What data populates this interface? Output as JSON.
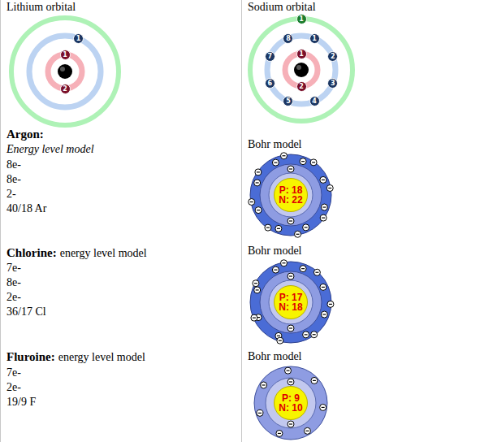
{
  "diagram": {
    "nodes": [
      {
        "text": [
          "1"
        ]
      },
      {
        "text": [
          "2"
        ]
      },
      {
        "text": [
          "1"
        ]
      },
      {
        "text": [
          "1"
        ]
      },
      {
        "text": [
          "1"
        ]
      },
      {
        "text": [
          "2"
        ]
      },
      {
        "text": [
          "1"
        ]
      },
      {
        "text": [
          "2"
        ]
      },
      {
        "text": [
          "3"
        ]
      },
      {
        "text": [
          "4"
        ]
      },
      {
        "text": [
          "5"
        ]
      },
      {
        "text": [
          "6"
        ]
      },
      {
        "text": [
          "7"
        ]
      },
      {
        "text": [
          "8"
        ]
      },
      {
        "text": [
          "P: 18",
          "N: 22"
        ]
      },
      {
        "text": [
          "P: 17",
          "N: 18"
        ]
      },
      {
        "text": [
          "P: 9",
          "N: 10"
        ]
      }
    ],
    "labels": [
      "Lithium orbital",
      "Sodium orbital",
      "Argon:",
      "Energy level model",
      "8e-",
      "8e-",
      "2-",
      "40/18 Ar",
      "Bohr model",
      "Chlorine:",
      "energy level model",
      "7e-",
      "8e-",
      "2e-",
      "36/17 Cl",
      "Bohr model",
      "Fluroine:",
      "energy level model",
      "7e-",
      "2e-",
      "19/9 F",
      "Bohr model"
    ]
  }
}
